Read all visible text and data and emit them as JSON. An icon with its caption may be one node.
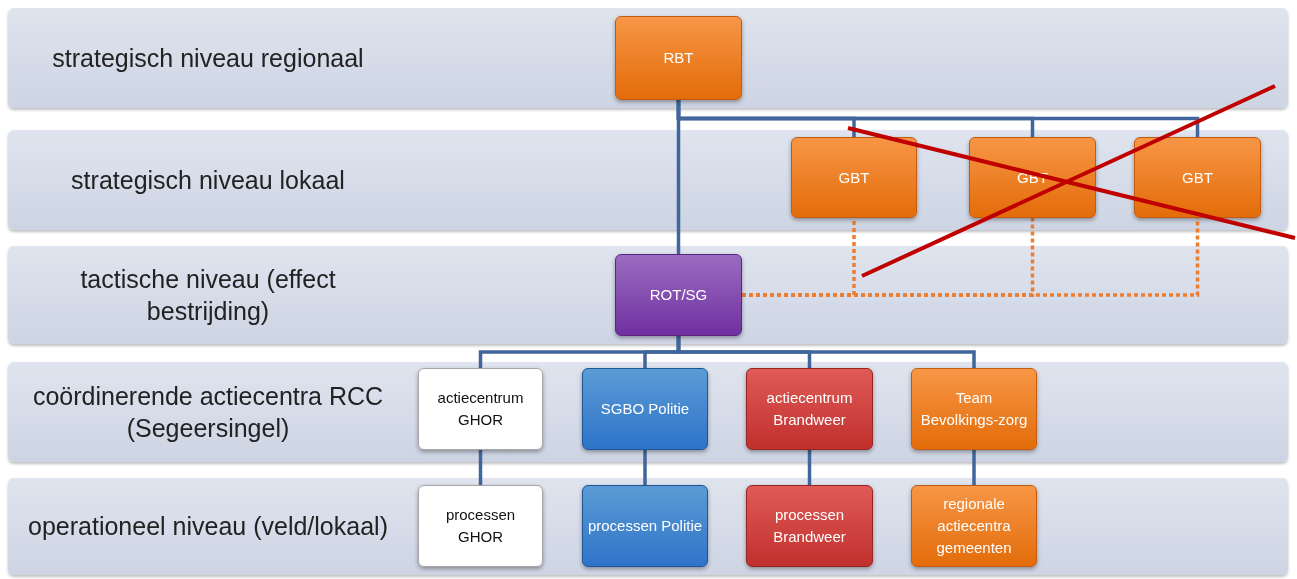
{
  "diagram": {
    "nodes": [
      {
        "text": [
          "strategisch niveau regionaal"
        ]
      },
      {
        "text": [
          "RBT"
        ],
        "in": 0
      },
      {
        "text": [
          "strategisch niveau lokaal"
        ]
      },
      {
        "text": [
          "GBT"
        ],
        "in": 2
      },
      {
        "text": [
          "GBT"
        ],
        "in": 2
      },
      {
        "text": [
          "GBT"
        ],
        "in": 2
      },
      {
        "text": [
          "tactische niveau (effect bestrijding)"
        ]
      },
      {
        "text": [
          "ROT/SG"
        ],
        "in": 6
      },
      {
        "text": [
          "coördinerende actiecentra RCC (Segeersingel)"
        ]
      },
      {
        "text": [
          "actiecentrum GHOR"
        ],
        "in": 8
      },
      {
        "text": [
          "SGBO Politie"
        ],
        "in": 8
      },
      {
        "text": [
          "actiecentrum Brandweer"
        ],
        "in": 8
      },
      {
        "text": [
          "Team Bevolkings-zorg"
        ],
        "in": 8
      },
      {
        "text": [
          "operationeel niveau (veld/lokaal)"
        ]
      },
      {
        "text": [
          "processen GHOR"
        ],
        "in": 13
      },
      {
        "text": [
          "processen Politie"
        ],
        "in": 13
      },
      {
        "text": [
          "processen Brandweer"
        ],
        "in": 13
      },
      {
        "text": [
          "regionale actiecentra gemeenten"
        ],
        "in": 13
      }
    ],
    "edges": [
      {
        "from": 1,
        "to": 3,
        "arrow": "none"
      },
      {
        "from": 1,
        "to": 4,
        "arrow": "none"
      },
      {
        "from": 1,
        "to": 5,
        "arrow": "none"
      },
      {
        "from": 1,
        "to": 7,
        "arrow": "none"
      },
      {
        "from": 7,
        "to": 3,
        "arrow": "none",
        "style": "dashed",
        "color": "#ed7d31"
      },
      {
        "from": 7,
        "to": 4,
        "arrow": "none",
        "style": "dashed",
        "color": "#ed7d31"
      },
      {
        "from": 7,
        "to": 5,
        "arrow": "none",
        "style": "dashed",
        "color": "#ed7d31"
      },
      {
        "from": 7,
        "to": 9,
        "arrow": "none"
      },
      {
        "from": 7,
        "to": 10,
        "arrow": "none"
      },
      {
        "from": 7,
        "to": 11,
        "arrow": "none"
      },
      {
        "from": 7,
        "to": 12,
        "arrow": "none"
      },
      {
        "from": 9,
        "to": 14,
        "arrow": "none"
      },
      {
        "from": 10,
        "to": 15,
        "arrow": "none"
      },
      {
        "from": 11,
        "to": 16,
        "arrow": "none"
      },
      {
        "from": 12,
        "to": 17,
        "arrow": "none"
      }
    ]
  }
}
